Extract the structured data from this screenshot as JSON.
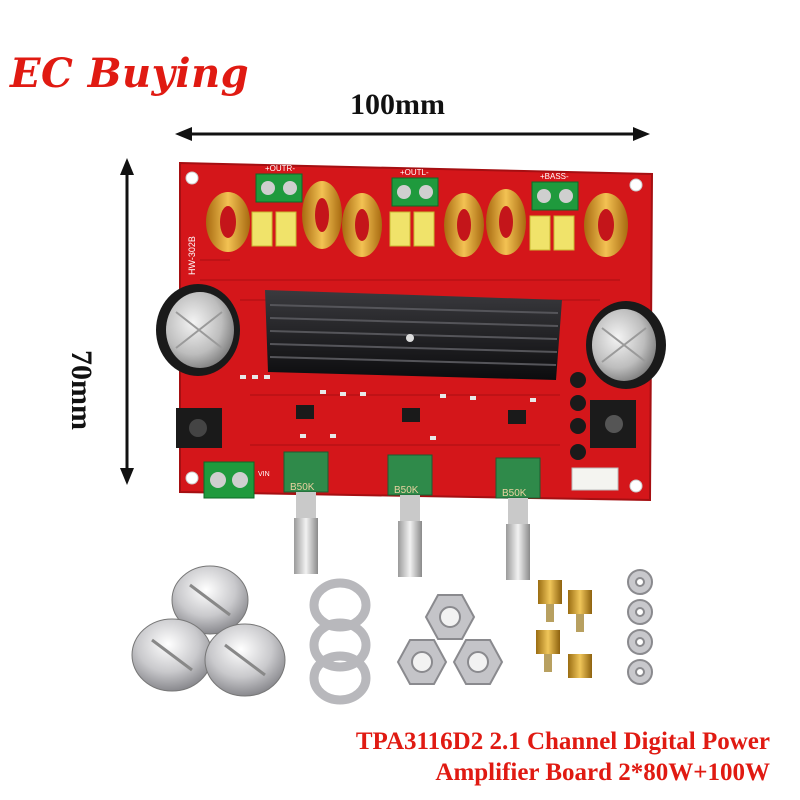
{
  "brand": {
    "name": "EC Buying",
    "color": "#e01a12"
  },
  "dimensions": {
    "width_label": "100mm",
    "height_label": "70mm"
  },
  "board": {
    "model_silk": "HW-302B",
    "output_labels": [
      "+OUTR-",
      "+OUTL-",
      "+BASS-"
    ],
    "pot_labels": [
      "B50K",
      "B50K",
      "B50K"
    ],
    "input_label": "VIN",
    "pcb_color": "#d4161a"
  },
  "caption": {
    "line1": "TPA3116D2 2.1 Channel Digital Power",
    "line2": "Amplifier Board 2*80W+100W"
  }
}
